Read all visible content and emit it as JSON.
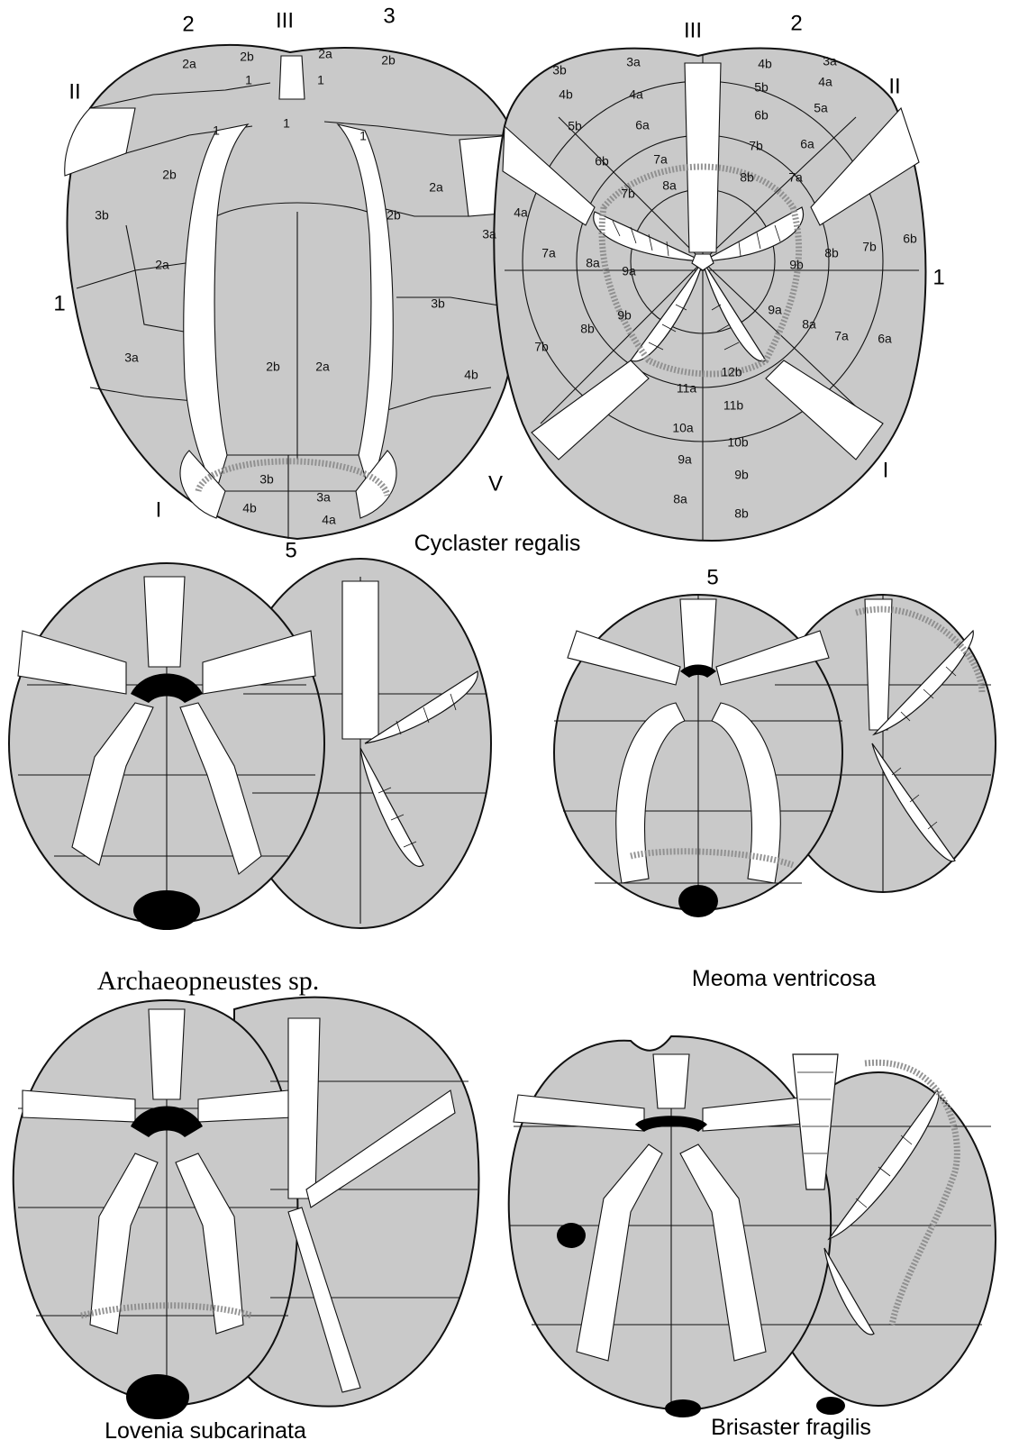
{
  "species": {
    "cyclaster": "Cyclaster regalis",
    "archaeopneustes": "Archaeopneustes sp.",
    "meoma": "Meoma ventricosa",
    "lovenia": "Lovenia subcarinata",
    "brisaster": "Brisaster fragilis"
  },
  "cyclaster_aboral_axes": {
    "top_2": "2",
    "top_III": "III",
    "top_3": "3",
    "left_II": "II",
    "left_1": "1",
    "bottom_I": "I",
    "bottom_5": "5"
  },
  "cyclaster_oral_axes": {
    "top_III": "III",
    "top_2": "2",
    "right_II": "II",
    "right_1": "1",
    "right_I": "I",
    "left_V": "V"
  },
  "meoma_axis": {
    "top_5": "5"
  },
  "aboral_plate_labels": {
    "p2a_l": "2a",
    "p2b_l": "2b",
    "p1_l": "1",
    "p1_l2": "1",
    "p1_c": "1",
    "p1_r": "1",
    "p1_r2": "1",
    "p2a_r": "2a",
    "p2b_r": "2b",
    "p2b_mid_l": "2b",
    "p3b_l": "3b",
    "p2a_mid_l": "2a",
    "p3a_l": "3a",
    "p2a_mid_r": "2a",
    "p2b_mid_r": "2b",
    "p3a_r": "3a",
    "p4a_r": "4a",
    "p3b_r": "3b",
    "p4b_r": "4b",
    "p2b_c": "2b",
    "p2a_c": "2a",
    "p3b_c": "3b",
    "p3a_c": "3a",
    "p4b_c": "4b",
    "p4a_c": "4a"
  },
  "oral_plate_labels": {
    "o3b": "3b",
    "o3a": "3a",
    "o4b_l": "4b",
    "o4a_l": "4a",
    "o5b_l": "5b",
    "o6a_l": "6a",
    "o6b_l": "6b",
    "o7a_l": "7a",
    "o7b_l": "7b",
    "o8a_l": "8a",
    "o4b_r": "4b",
    "o3a_r": "3a",
    "o5b_r": "5b",
    "o4a_r": "4a",
    "o6b_r": "6b",
    "o5a_r": "5a",
    "o7b_r": "7b",
    "o6a_r": "6a",
    "o8b_r": "8b",
    "o7a_r": "7a",
    "o7a_L": "7a",
    "o8a_L": "8a",
    "o9a_L": "9a",
    "o9b_L": "9b",
    "o8b_L": "8b",
    "o7b_L": "7b",
    "o8b_R": "8b",
    "o7b_R": "7b",
    "o6b_R": "6b",
    "o9b_R": "9b",
    "o9a_R": "9a",
    "o8a_R": "8a",
    "o7a_R": "7a",
    "o6a_R": "6a",
    "o12b": "12b",
    "o11a": "11a",
    "o11b": "11b",
    "o10a": "10a",
    "o10b": "10b",
    "o9a_B": "9a",
    "o9b_B": "9b",
    "o8a_B": "8a",
    "o8b_B": "8b"
  }
}
